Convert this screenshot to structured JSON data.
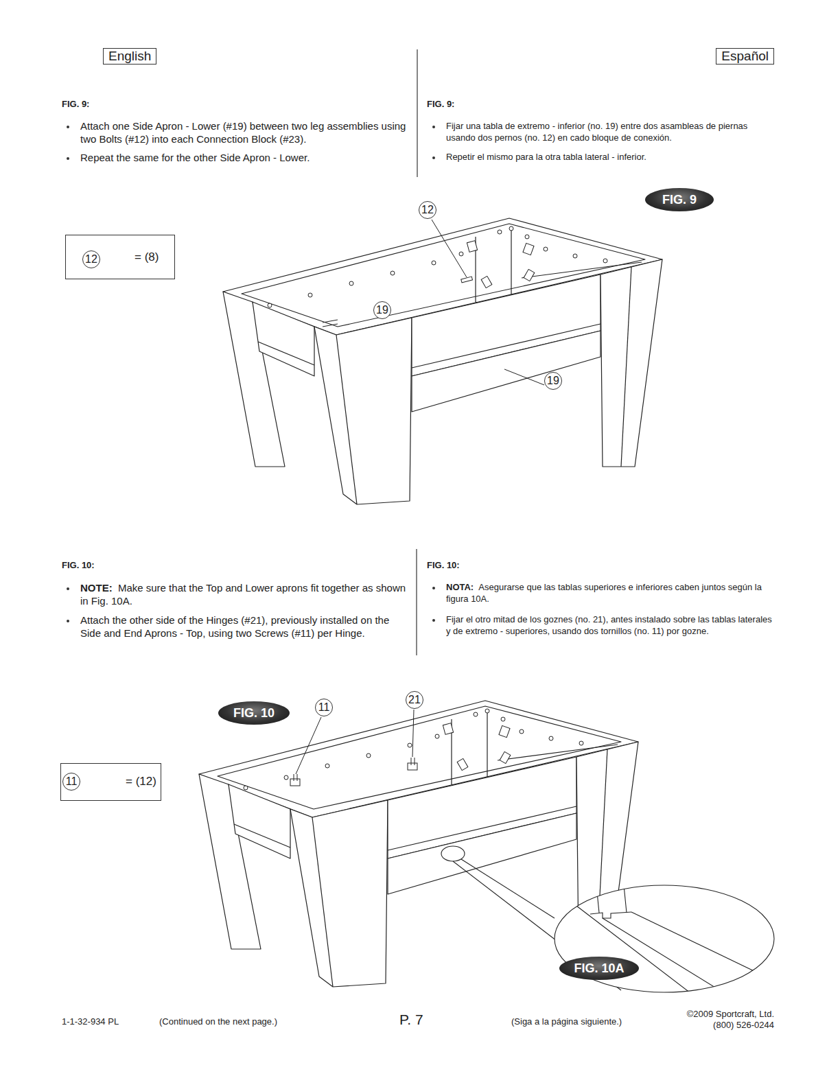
{
  "diagram": {
    "nodes": [
      {
        "text": [
          "English"
        ]
      },
      {
        "text": [
          "Español"
        ]
      },
      {
        "text": [
          "FIG. 9"
        ]
      },
      {
        "text": [
          "= (8)"
        ]
      },
      {
        "text": [
          "12"
        ],
        "in": 3
      },
      {
        "text": [
          "12"
        ]
      },
      {
        "text": [
          "19"
        ]
      },
      {
        "text": [
          "19"
        ]
      },
      {
        "text": [
          "FIG. 10"
        ]
      },
      {
        "text": [
          "= (12)"
        ]
      },
      {
        "text": [
          "11"
        ],
        "in": 9
      },
      {
        "text": [
          "11"
        ]
      },
      {
        "text": [
          "21"
        ]
      },
      {
        "text": [
          "FIG. 10A"
        ]
      }
    ],
    "labels": [
      "FIG. 9:",
      "Attach one Side Apron - Lower (#19) between two leg assemblies using two Bolts (#12) into each Connection Block (#23).",
      "Repeat the same for the other Side Apron - Lower.",
      "FIG. 9:",
      "Fijar una tabla de extremo - inferior (no. 19) entre dos asambleas de piernas usando dos pernos (no. 12) en cado bloque de conexión.",
      "Repetir el mismo para la otra tabla lateral - inferior.",
      "FIG. 10:",
      "NOTE:",
      "Make sure that the Top and Lower aprons fit together as shown in Fig. 10A.",
      "Attach the other side of the Hinges (#21), previously installed on the Side and End Aprons - Top, using two Screws (#11) per Hinge.",
      "FIG. 10:",
      "NOTA:",
      "Asegurarse que las tablas superiores e inferiores caben juntos según la figura 10A.",
      "Fijar el otro mitad de los goznes (no. 21), antes instalado sobre las tablas laterales y de extremo - superiores, usando dos tornillos (no. 11) por gozne.",
      "1-1-32-934 PL",
      "(Continued on the next page.)",
      "P. 7",
      "(Siga a la página siguiente.)",
      "©2009 Sportcraft, Ltd.",
      "(800) 526-0244"
    ]
  }
}
